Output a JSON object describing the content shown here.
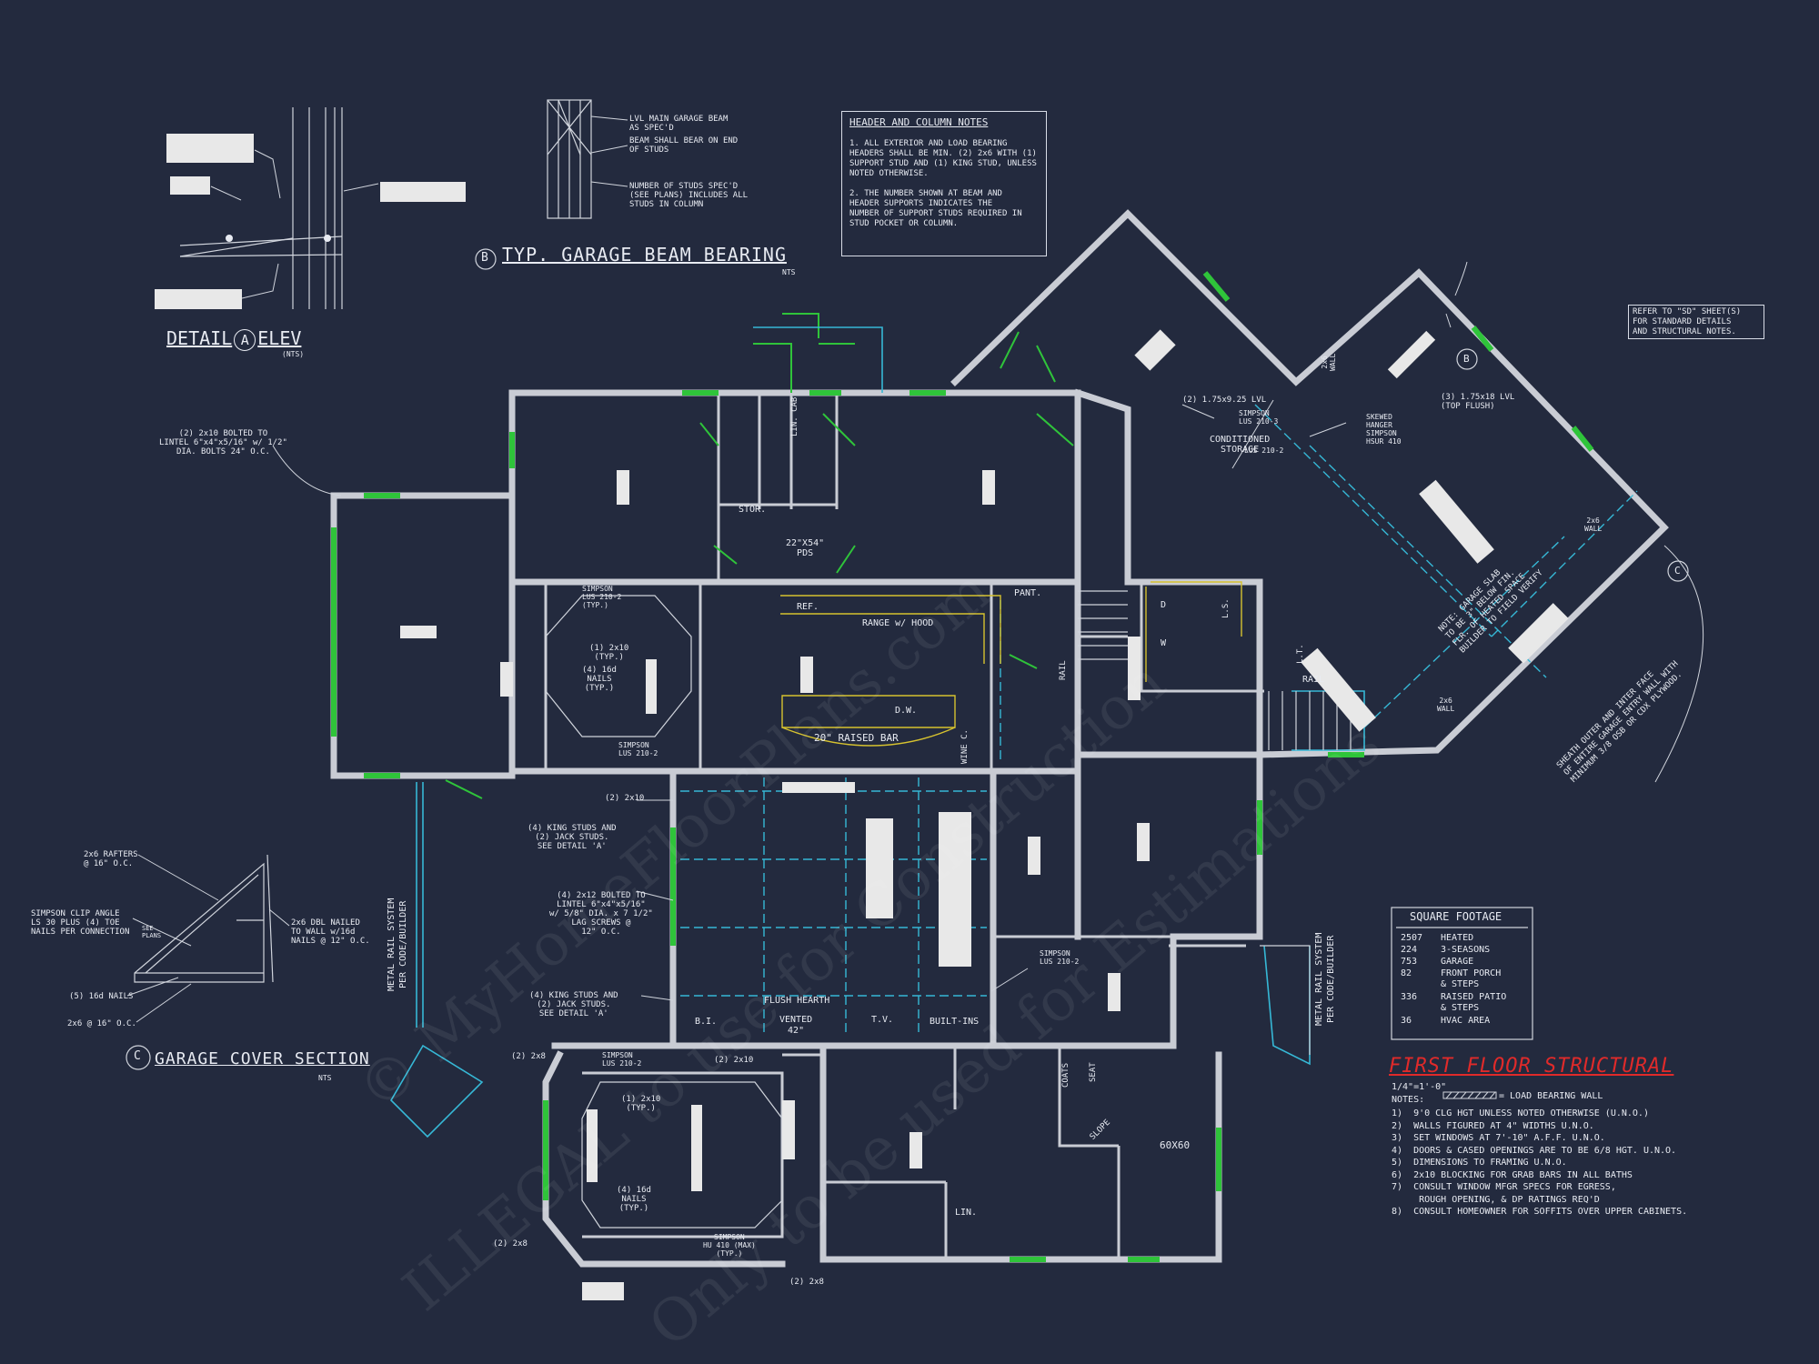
{
  "header_notes": {
    "title": "HEADER AND COLUMN NOTES",
    "lines": [
      "1. ALL EXTERIOR AND LOAD BEARING",
      "HEADERS SHALL BE MIN. (2) 2x6 WITH (1)",
      "SUPPORT STUD AND (1) KING STUD, UNLESS",
      "NOTED OTHERWISE.",
      "",
      "2. THE NUMBER SHOWN AT BEAM AND",
      "HEADER SUPPORTS INDICATES THE",
      "NUMBER OF SUPPORT STUDS REQUIRED IN",
      "STUD POCKET OR COLUMN."
    ]
  },
  "detail_a": {
    "title": "DETAIL",
    "letter": "A",
    "suffix": "ELEV",
    "scale": "(NTS)"
  },
  "detail_b": {
    "letter": "B",
    "title": "TYP. GARAGE BEAM BEARING",
    "scale": "NTS",
    "note1": "LVL MAIN GARAGE BEAM\nAS SPEC'D",
    "note2": "BEAM SHALL BEAR ON END\nOF STUDS",
    "note3": "NUMBER OF STUDS SPEC'D\n(SEE PLANS) INCLUDES ALL\nSTUDS IN COLUMN"
  },
  "detail_c": {
    "letter": "C",
    "title": "GARAGE COVER SECTION",
    "scale": "NTS",
    "rafters": "2x6 RAFTERS\n@ 16\" O.C.",
    "clip": "SIMPSON CLIP ANGLE\nLS 30 PLUS (4) TOE\nNAILS PER CONNECTION",
    "see_plans": "SEE\nPLANS",
    "dbl": "2x6 DBL NAILED\nTO WALL w/16d\nNAILS @ 12\" O.C.",
    "nails": "(5) 16d NAILS",
    "bottom": "2x6 @ 16\" O.C."
  },
  "refer_note": "REFER TO \"SD\" SHEET(S)\nFOR STANDARD DETAILS\nAND STRUCTURAL NOTES.",
  "square_footage": {
    "title": "SQUARE FOOTAGE",
    "rows": [
      {
        "value": "2507",
        "label": "HEATED"
      },
      {
        "value": "224",
        "label": "3-SEASONS"
      },
      {
        "value": "753",
        "label": "GARAGE"
      },
      {
        "value": "82",
        "label": "FRONT PORCH\n& STEPS"
      },
      {
        "value": "336",
        "label": "RAISED PATIO\n& STEPS"
      },
      {
        "value": "36",
        "label": "HVAC AREA"
      }
    ]
  },
  "sheet": {
    "title": "FIRST FLOOR STRUCTURAL",
    "scale": "1/4\"=1'-0\"",
    "notes_label": "NOTES:",
    "legend": "= LOAD BEARING WALL",
    "notes": [
      "1)  9'0 CLG HGT UNLESS NOTED OTHERWISE (U.N.O.)",
      "2)  WALLS FIGURED AT 4\" WIDTHS U.N.O.",
      "3)  SET WINDOWS AT 7'-10\" A.F.F. U.N.O.",
      "4)  DOORS & CASED OPENINGS ARE TO BE 6/8 HGT. U.N.O.",
      "5)  DIMENSIONS TO FRAMING U.N.O.",
      "6)  2x10 BLOCKING FOR GRAB BARS IN ALL BATHS",
      "7)  CONSULT WINDOW MFGR SPECS FOR EGRESS,",
      "     ROUGH OPENING, & DP RATINGS REQ'D",
      "8)  CONSULT HOMEOWNER FOR SOFFITS OVER UPPER CABINETS."
    ]
  },
  "plan_labels": {
    "bolted": "(2) 2x10 BOLTED TO\nLINTEL 6\"x4\"x5/16\" w/ 1/2\"\nDIA. BOLTS 24\" O.C.",
    "simpson_lus1": "SIMPSON\nLUS 210-2\n(TYP.)",
    "nails_2x10": "(1) 2x10\n(TYP.)",
    "nails_16d": "(4) 16d\nNAILS\n(TYP.)",
    "simpson_lus2": "SIMPSON\nLUS 210-2",
    "stor": "STOR.",
    "lin_cab": "LIN. CAB",
    "pds": "22\"X54\"\nPDS",
    "ref": "REF.",
    "range": "RANGE w/ HOOD",
    "pant": "PANT.",
    "dw": "D.W.",
    "raised_bar": "20\" RAISED BAR",
    "wine": "WINE C.",
    "rail1": "RAIL",
    "rail2": "RAIL",
    "ls": "L.S.",
    "lt": "L.T.",
    "d": "D",
    "w": "W",
    "lvl1": "(2) 1.75x9.25 LVL",
    "simpson_lus3": "SIMPSON\nLUS 210-3",
    "cond": "CONDITIONED\nSTORAGE",
    "lus2b": "LUS 210-2",
    "lvl2": "(3) 1.75x18 LVL\n(TOP FLUSH)",
    "skewed": "SKEWED\nHANGER\nSIMPSON\nHSUR 410",
    "wall2x6a": "2x6\nWALL",
    "wall2x6b": "2x6\nWALL",
    "wall2x6c": "2x6\nWALL",
    "garage_slab": "NOTE: GARAGE SLAB\nTO BE 3\" BELOW FIN.\nFLR. OF HEATED SPACE\nBUILDER TO FIELD VERIFY",
    "sheath": "SHEATH OUTER AND INTER FACE\nOF ENTIRE GARAGE ENTRY WALL WITH\nMINIMUM 3/8 OSB OR CDX PLYWOOD.",
    "two_2x10": "(2) 2x10",
    "king1": "(4) KING STUDS AND\n(2) JACK STUDS.\nSEE DETAIL 'A'",
    "bolted2": "(4) 2x12 BOLTED TO\nLINTEL 6\"x4\"x5/16\"\nw/ 5/8\" DIA. x 7 1/2\"\nLAG SCREWS @\n12\" O.C.",
    "king2": "(4) KING STUDS AND\n(2) JACK STUDS.\nSEE DETAIL 'A'",
    "metal_rail1": "METAL RAIL SYSTEM\nPER CODE/BUILDER",
    "metal_rail2": "METAL RAIL SYSTEM\nPER CODE/BUILDER",
    "simpson_lus4": "SIMPSON\nLUS 210-2",
    "flush": "FLUSH HEARTH",
    "vented": "VENTED\n42\"",
    "bi": "B.I.",
    "tv": "T.V.",
    "builtins": "BUILT-INS",
    "two_2x8a": "(2) 2x8",
    "simpson_lus5": "SIMPSON\nLUS 210-2",
    "two_2x10b": "(2) 2x10",
    "nails_2x10b": "(1) 2x10\n(TYP.)",
    "nails_16db": "(4) 16d\nNAILS\n(TYP.)",
    "two_2x8b": "(2) 2x8",
    "simpson_hu": "SIMPSON\nHU 410 (MAX)\n(TYP.)",
    "two_2x8c": "(2) 2x8",
    "coats": "COATS",
    "seat": "SEAT",
    "slope": "SLOPE",
    "shower": "60X60",
    "lin": "LIN.",
    "b_marker": "B",
    "c_marker": "C"
  },
  "watermarks": [
    "© MyHomeFloorPlans.com",
    "ILLEGAL to use for Construction",
    "Only to be used for Estimations"
  ]
}
